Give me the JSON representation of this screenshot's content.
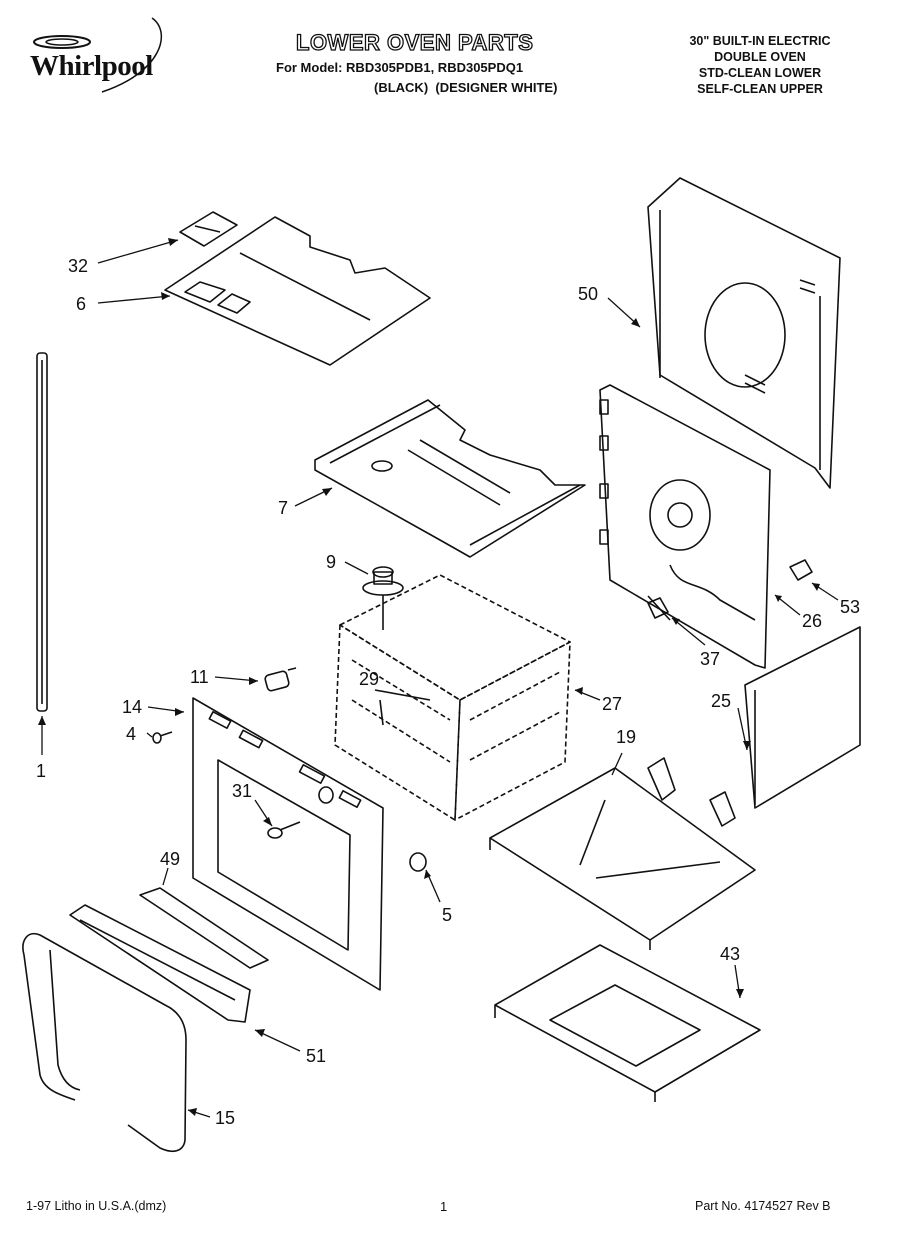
{
  "header": {
    "brand": "Whirlpool",
    "title": "LOWER OVEN PARTS",
    "model_line": "For Model: RBD305PDB1, RBD305PDQ1",
    "model_variants": "(BLACK)  (DESIGNER WHITE)",
    "description": [
      "30\" BUILT-IN ELECTRIC",
      "DOUBLE OVEN",
      "STD-CLEAN LOWER",
      "SELF-CLEAN UPPER"
    ]
  },
  "footer": {
    "left": "1-97 Litho in U.S.A.(dmz)",
    "page": "1",
    "part_no": "Part No. 4174527 Rev B"
  },
  "callouts": [
    {
      "id": "32",
      "label": "32"
    },
    {
      "id": "6",
      "label": "6"
    },
    {
      "id": "50",
      "label": "50"
    },
    {
      "id": "7",
      "label": "7"
    },
    {
      "id": "9",
      "label": "9"
    },
    {
      "id": "53",
      "label": "53"
    },
    {
      "id": "26",
      "label": "26"
    },
    {
      "id": "37",
      "label": "37"
    },
    {
      "id": "11",
      "label": "11"
    },
    {
      "id": "29",
      "label": "29"
    },
    {
      "id": "27",
      "label": "27"
    },
    {
      "id": "14",
      "label": "14"
    },
    {
      "id": "25",
      "label": "25"
    },
    {
      "id": "4",
      "label": "4"
    },
    {
      "id": "19",
      "label": "19"
    },
    {
      "id": "1",
      "label": "1"
    },
    {
      "id": "31",
      "label": "31"
    },
    {
      "id": "49",
      "label": "49"
    },
    {
      "id": "5",
      "label": "5"
    },
    {
      "id": "43",
      "label": "43"
    },
    {
      "id": "51",
      "label": "51"
    },
    {
      "id": "15",
      "label": "15"
    }
  ]
}
